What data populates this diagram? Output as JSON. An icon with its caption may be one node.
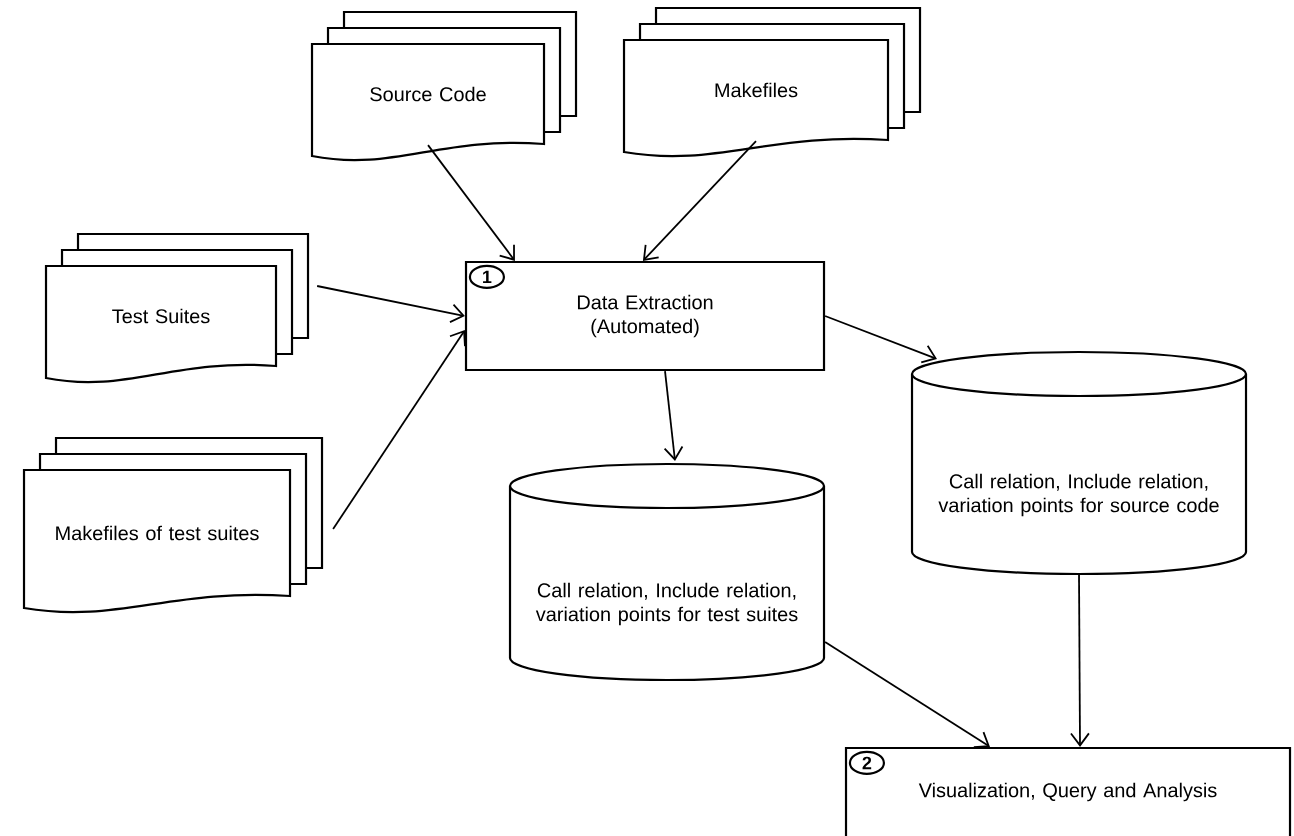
{
  "diagram": {
    "nodes": [
      {
        "text": [
          "Source Code"
        ]
      },
      {
        "text": [
          "Makefiles"
        ]
      },
      {
        "text": [
          "Test Suites"
        ]
      },
      {
        "text": [
          "Makefiles of test suites"
        ]
      },
      {
        "text": [
          "Data Extraction (Automated)"
        ]
      },
      {
        "text": [
          "1"
        ],
        "in": 4
      },
      {
        "text": [
          "Call relation, Include relation, variation points for source code"
        ]
      },
      {
        "text": [
          "Call relation, Include relation, variation points for test suites"
        ]
      },
      {
        "text": [
          "Visualization, Query and Analysis"
        ]
      },
      {
        "text": [
          "2"
        ],
        "in": 8
      }
    ],
    "edges": [
      {
        "from": 0,
        "to": 4,
        "arrow": "to"
      },
      {
        "from": 1,
        "to": 4,
        "arrow": "to"
      },
      {
        "from": 2,
        "to": 4,
        "arrow": "to"
      },
      {
        "from": 3,
        "to": 4,
        "arrow": "to"
      },
      {
        "from": 4,
        "to": 6,
        "arrow": "to"
      },
      {
        "from": 4,
        "to": 7,
        "arrow": "to"
      },
      {
        "from": 7,
        "to": 8,
        "arrow": "to"
      },
      {
        "from": 6,
        "to": 8,
        "arrow": "to"
      }
    ]
  }
}
